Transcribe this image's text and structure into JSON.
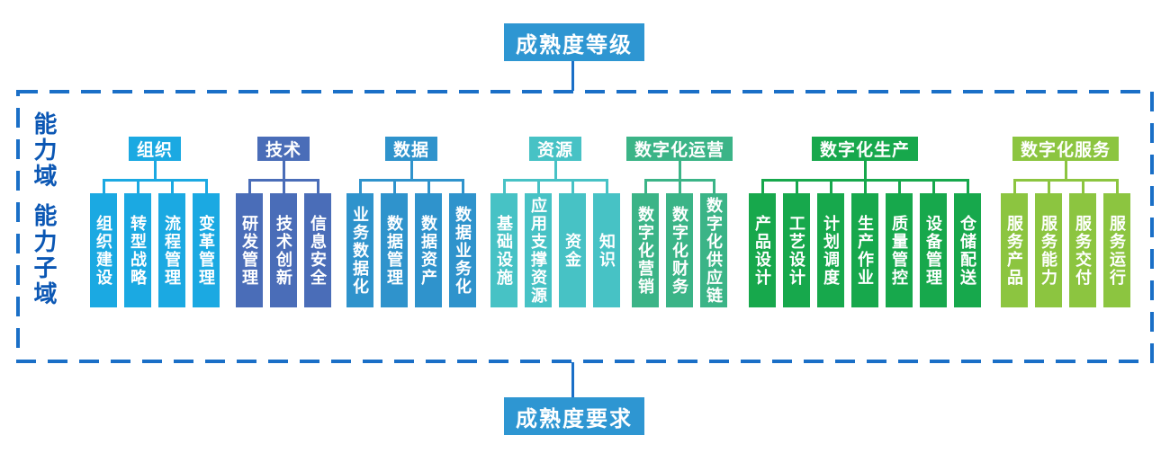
{
  "top_box": {
    "label": "成熟度等级",
    "color": "#2e96d2"
  },
  "bottom_box": {
    "label": "成熟度要求",
    "color": "#2e96d2"
  },
  "frame": {
    "left_labels": [
      "能力域",
      "能力子域"
    ],
    "border_color": "#1a6fc7",
    "label_color": "#0b57b4"
  },
  "groups": [
    {
      "label": "组织",
      "color": "#1ba9e2",
      "children": [
        "组织建设",
        "转型战略",
        "流程管理",
        "变革管理"
      ]
    },
    {
      "label": "技术",
      "color": "#4a6db8",
      "children": [
        "研发管理",
        "技术创新",
        "信息安全"
      ]
    },
    {
      "label": "数据",
      "color": "#2f93cc",
      "children": [
        "业务数据化",
        "数据管理",
        "数据资产",
        "数据业务化"
      ]
    },
    {
      "label": "资源",
      "color": "#47c2c5",
      "children": [
        "基础设施",
        "应用支撑资源",
        "资金",
        "知识"
      ]
    },
    {
      "label": "数字化运营",
      "color": "#3bb487",
      "children": [
        "数字化营销",
        "数字化财务",
        "数字化供应链"
      ]
    },
    {
      "label": "数字化生产",
      "color": "#17a84c",
      "children": [
        "产品设计",
        "工艺设计",
        "计划调度",
        "生产作业",
        "质量管控",
        "设备管理",
        "仓储配送"
      ]
    },
    {
      "label": "数字化服务",
      "color": "#8cc540",
      "children": [
        "服务产品",
        "服务能力",
        "服务交付",
        "服务运行"
      ]
    }
  ]
}
